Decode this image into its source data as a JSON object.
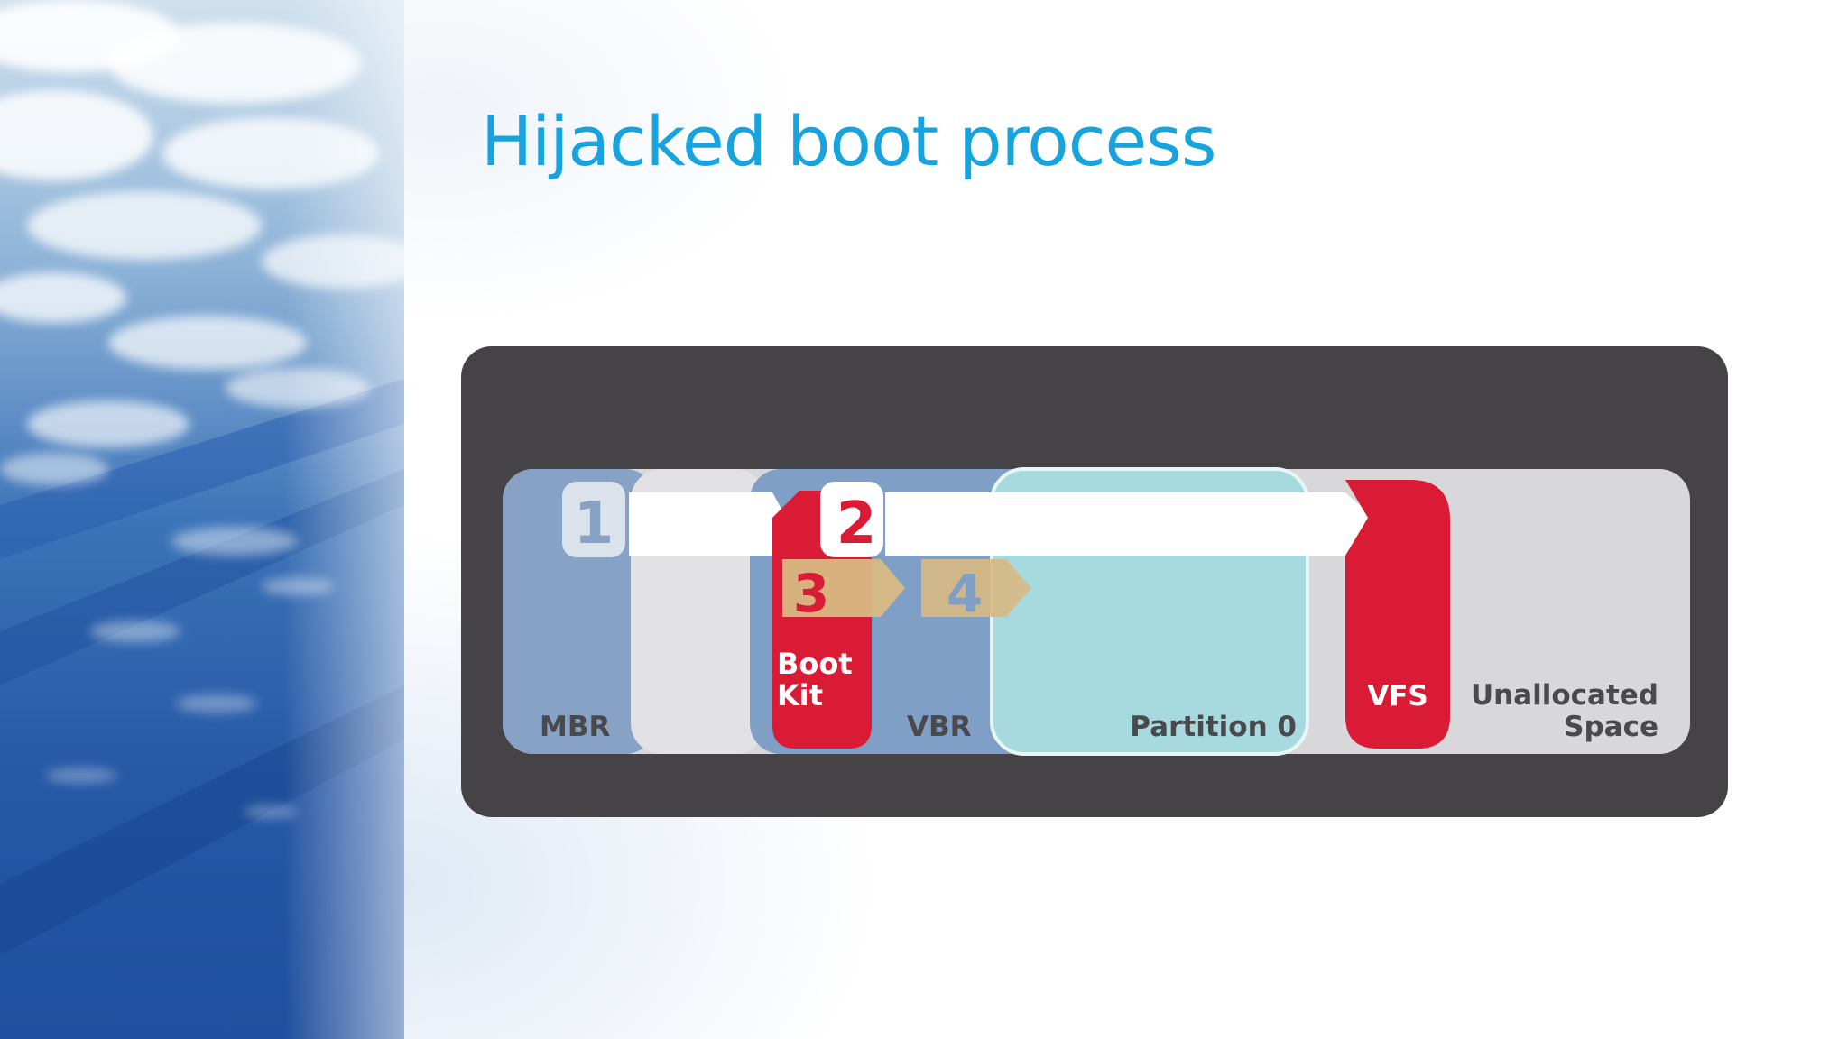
{
  "slide": {
    "title": "Hijacked boot process"
  },
  "diagram": {
    "steps": [
      "1",
      "2",
      "3",
      "4"
    ],
    "regions": {
      "mbr": "MBR",
      "boot_kit_line1": "Boot",
      "boot_kit_line2": "Kit",
      "vbr": "VBR",
      "partition": "Partition 0",
      "vfs": "VFS",
      "unallocated_line1": "Unallocated",
      "unallocated_line2": "Space"
    },
    "colors": {
      "frame": "#454346",
      "track": "#d8d8da",
      "mbr": "#87a2c5",
      "vbr": "#7f9fc6",
      "partition": "#a7dade",
      "malicious": "#d91b35",
      "arrow_white": "#ffffff",
      "arrow_gold": "#d9b983",
      "label": "#4a4a4c",
      "title": "#17a3dd"
    }
  }
}
